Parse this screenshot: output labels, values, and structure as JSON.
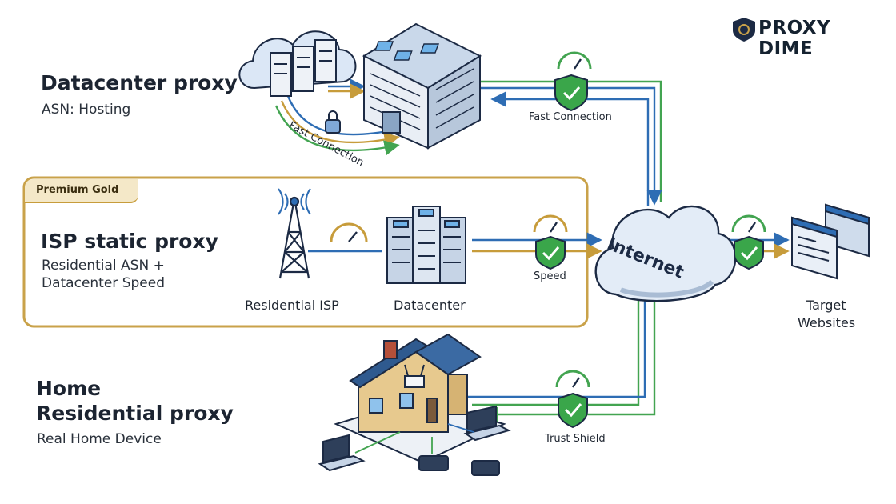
{
  "brand": {
    "name": "PROXY DIME"
  },
  "tiers": {
    "datacenter": {
      "title": "Datacenter proxy",
      "subtitle": "ASN: Hosting"
    },
    "isp": {
      "badge": "Premium Gold",
      "title": "ISP static proxy",
      "subtitle_line1": "Residential ASN +",
      "subtitle_line2": "Datacenter Speed"
    },
    "residential": {
      "title_line1": "Home",
      "title_line2": "Residential proxy",
      "subtitle": "Real Home Device"
    }
  },
  "nodes": {
    "residential_isp": "Residential ISP",
    "datacenter": "Datacenter",
    "internet": "Internet",
    "target_line1": "Target",
    "target_line2": "Websites"
  },
  "connection_labels": {
    "fast_connection_curved": "Fast Connection",
    "fast_connection": "Fast Connection",
    "speed": "Speed",
    "trust_shield": "Trust Shield"
  },
  "colors": {
    "blue_line": "#2e6db4",
    "green_line": "#43a451",
    "gold_line": "#c79c3b",
    "gold_border": "#c9a24a",
    "shield_green": "#3aa64a",
    "navy": "#1c2a44"
  }
}
